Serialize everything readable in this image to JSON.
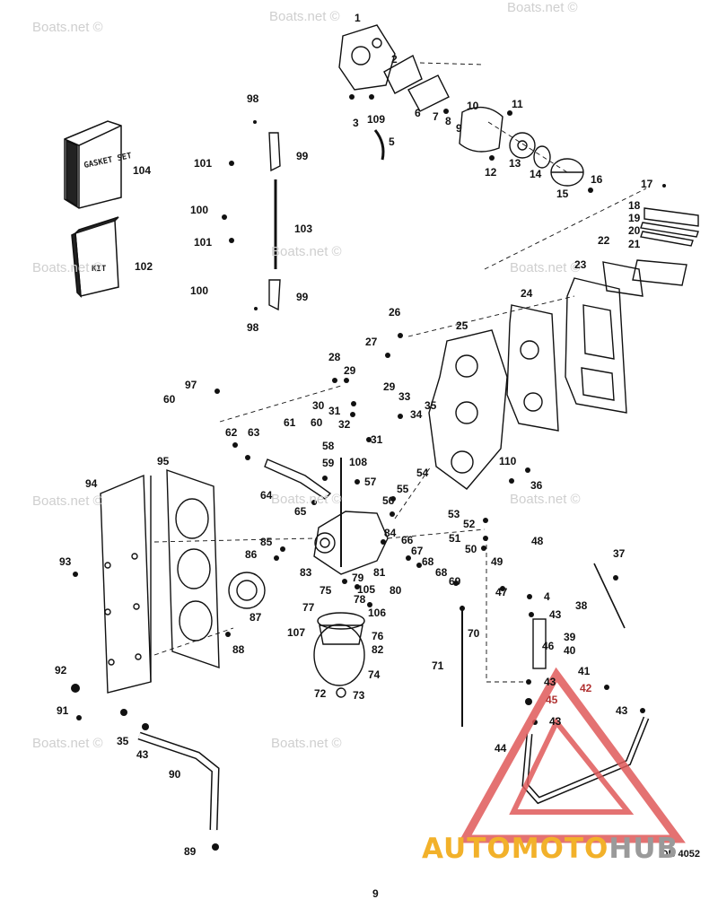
{
  "watermarks": [
    "Boats.net ©",
    "Boats.net ©",
    "Boats.net ©",
    "Boats.net ©",
    "Boats.net ©",
    "Boats.net ©",
    "Boats.net ©",
    "Boats.net ©",
    "Boats.net ©",
    "Boats.net ©",
    "Boats.net ©"
  ],
  "kits": {
    "gasket_set": "GASKET SET",
    "repair_kit": "KIT"
  },
  "callouts": [
    {
      "num": "1"
    },
    {
      "num": "2"
    },
    {
      "num": "3"
    },
    {
      "num": "109"
    },
    {
      "num": "6"
    },
    {
      "num": "7"
    },
    {
      "num": "8"
    },
    {
      "num": "9"
    },
    {
      "num": "10"
    },
    {
      "num": "11"
    },
    {
      "num": "5"
    },
    {
      "num": "12"
    },
    {
      "num": "13"
    },
    {
      "num": "14"
    },
    {
      "num": "15"
    },
    {
      "num": "16"
    },
    {
      "num": "17"
    },
    {
      "num": "18"
    },
    {
      "num": "19"
    },
    {
      "num": "20"
    },
    {
      "num": "21"
    },
    {
      "num": "22"
    },
    {
      "num": "23"
    },
    {
      "num": "24"
    },
    {
      "num": "25"
    },
    {
      "num": "26"
    },
    {
      "num": "27"
    },
    {
      "num": "28"
    },
    {
      "num": "29"
    },
    {
      "num": "29"
    },
    {
      "num": "30"
    },
    {
      "num": "31"
    },
    {
      "num": "32"
    },
    {
      "num": "33"
    },
    {
      "num": "34"
    },
    {
      "num": "35"
    },
    {
      "num": "31"
    },
    {
      "num": "61"
    },
    {
      "num": "60"
    },
    {
      "num": "58"
    },
    {
      "num": "62"
    },
    {
      "num": "63"
    },
    {
      "num": "59"
    },
    {
      "num": "108"
    },
    {
      "num": "110"
    },
    {
      "num": "36"
    },
    {
      "num": "54"
    },
    {
      "num": "55"
    },
    {
      "num": "56"
    },
    {
      "num": "57"
    },
    {
      "num": "64"
    },
    {
      "num": "65"
    },
    {
      "num": "53"
    },
    {
      "num": "52"
    },
    {
      "num": "51"
    },
    {
      "num": "50"
    },
    {
      "num": "49"
    },
    {
      "num": "48"
    },
    {
      "num": "84"
    },
    {
      "num": "66"
    },
    {
      "num": "67"
    },
    {
      "num": "68"
    },
    {
      "num": "68"
    },
    {
      "num": "85"
    },
    {
      "num": "86"
    },
    {
      "num": "83"
    },
    {
      "num": "79"
    },
    {
      "num": "81"
    },
    {
      "num": "105"
    },
    {
      "num": "80"
    },
    {
      "num": "69"
    },
    {
      "num": "75"
    },
    {
      "num": "78"
    },
    {
      "num": "77"
    },
    {
      "num": "106"
    },
    {
      "num": "107"
    },
    {
      "num": "76"
    },
    {
      "num": "82"
    },
    {
      "num": "74"
    },
    {
      "num": "72"
    },
    {
      "num": "73"
    },
    {
      "num": "70"
    },
    {
      "num": "71"
    },
    {
      "num": "47"
    },
    {
      "num": "4"
    },
    {
      "num": "43"
    },
    {
      "num": "46"
    },
    {
      "num": "37"
    },
    {
      "num": "38"
    },
    {
      "num": "39"
    },
    {
      "num": "40"
    },
    {
      "num": "41"
    },
    {
      "num": "42"
    },
    {
      "num": "43"
    },
    {
      "num": "45"
    },
    {
      "num": "43"
    },
    {
      "num": "43"
    },
    {
      "num": "44"
    },
    {
      "num": "98"
    },
    {
      "num": "99"
    },
    {
      "num": "101"
    },
    {
      "num": "100"
    },
    {
      "num": "103"
    },
    {
      "num": "101"
    },
    {
      "num": "100"
    },
    {
      "num": "99"
    },
    {
      "num": "98"
    },
    {
      "num": "104"
    },
    {
      "num": "102"
    },
    {
      "num": "97"
    },
    {
      "num": "60"
    },
    {
      "num": "95"
    },
    {
      "num": "94"
    },
    {
      "num": "93"
    },
    {
      "num": "87"
    },
    {
      "num": "88"
    },
    {
      "num": "92"
    },
    {
      "num": "91"
    },
    {
      "num": "35"
    },
    {
      "num": "43"
    },
    {
      "num": "90"
    },
    {
      "num": "89"
    }
  ],
  "page_number": "9",
  "drawing_code": "OB 4052",
  "brand": {
    "part1": "AUTOMOTO",
    "part2": "HUB",
    "primary_color": "#f2b12a",
    "secondary_color": "#9a9a9a",
    "logo_color": "#e05a5a"
  }
}
